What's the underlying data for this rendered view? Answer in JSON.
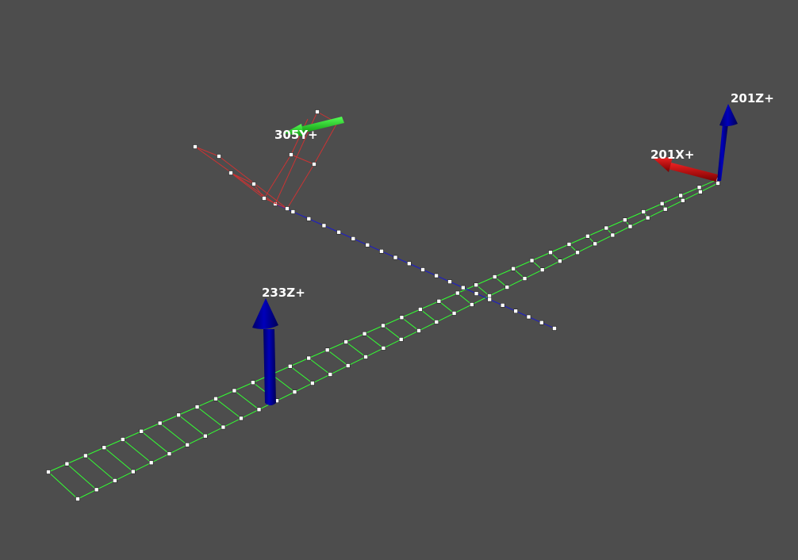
{
  "viewport": {
    "background": "#4d4d4d"
  },
  "colors": {
    "wing_mesh": "#33ff33",
    "tail_mesh": "#cc3333",
    "fuselage_line": "#2222bb",
    "node": "#ffffff",
    "arrow_x": "#cc0000",
    "arrow_y": "#22cc22",
    "arrow_z": "#0000aa"
  },
  "wing": {
    "bays": 36,
    "mesh_type": "quad-strip"
  },
  "fuselage": {
    "nodes": 21
  },
  "tail": {
    "mesh_type": "wireframe"
  },
  "loads": [
    {
      "id": "load-233z",
      "label": "233Z+",
      "node": 233,
      "direction": "Z+",
      "color_key": "arrow_z",
      "size": "large"
    },
    {
      "id": "load-201z",
      "label": "201Z+",
      "node": 201,
      "direction": "Z+",
      "color_key": "arrow_z",
      "size": "small"
    },
    {
      "id": "load-201x",
      "label": "201X+",
      "node": 201,
      "direction": "X+",
      "color_key": "arrow_x",
      "size": "small"
    },
    {
      "id": "load-305y",
      "label": "305Y+",
      "node": 305,
      "direction": "Y+",
      "color_key": "arrow_y",
      "size": "small"
    }
  ]
}
